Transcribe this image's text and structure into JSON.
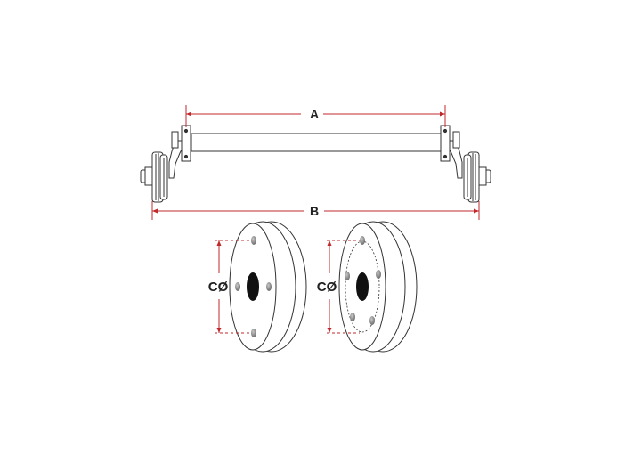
{
  "labels": {
    "a": "A",
    "b": "B",
    "c_left": "CØ",
    "c_right": "CØ"
  },
  "colors": {
    "line": "#333333",
    "dimension": "#c0282c",
    "hub": "#111111",
    "stud": "#8a8a8a",
    "background": "#ffffff"
  },
  "hubs": [
    {
      "name": "four-stud-hub",
      "stud_count": 4
    },
    {
      "name": "five-stud-hub",
      "stud_count": 5
    }
  ]
}
